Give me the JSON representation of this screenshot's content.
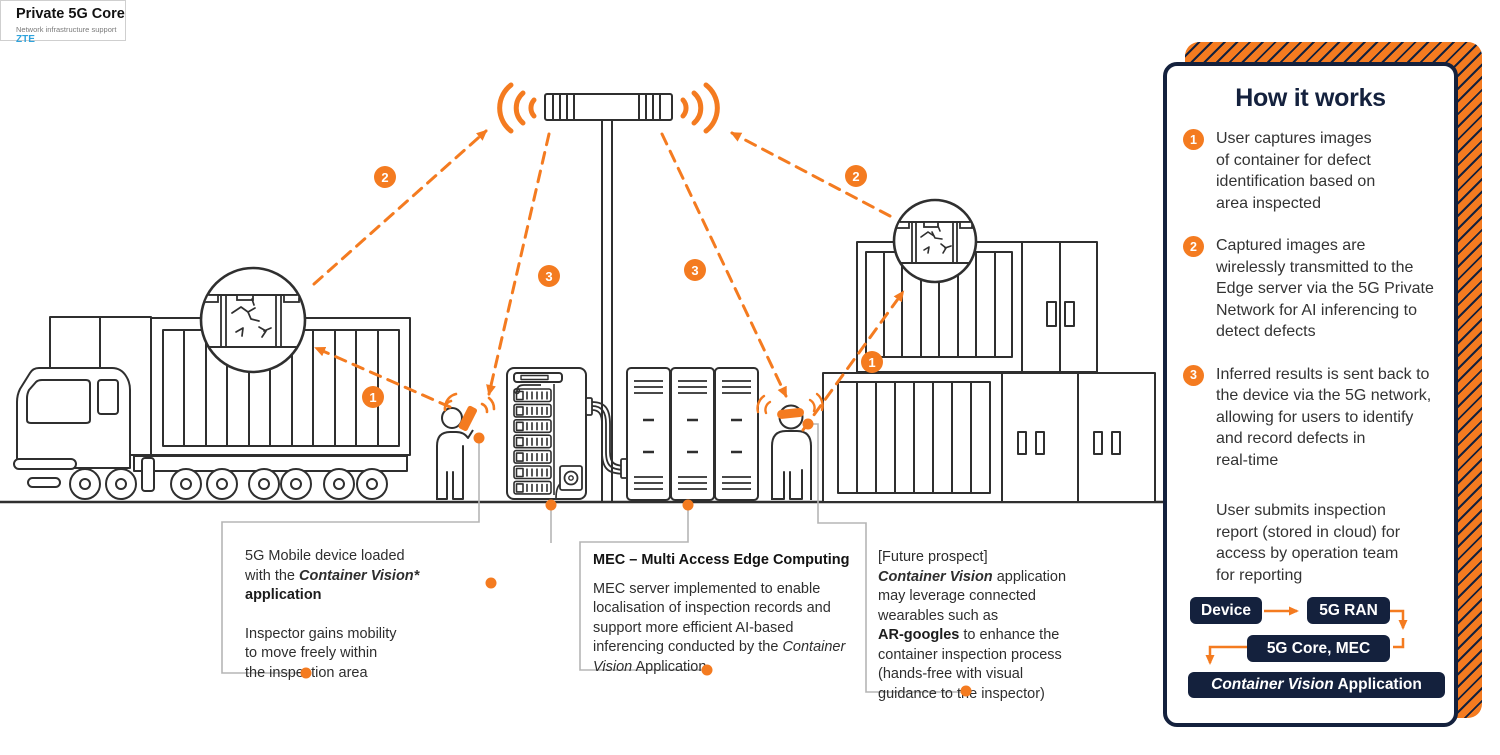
{
  "panel": {
    "title": "How it works",
    "steps": [
      {
        "num": "1",
        "text": "User captures images\nof container for defect\nidentification based on\narea inspected"
      },
      {
        "num": "2",
        "text": "Captured images are\nwirelessly transmitted to the\nEdge server via the 5G Private\nNetwork for AI inferencing to\ndetect defects"
      },
      {
        "num": "3",
        "text": "Inferred results is sent back to\nthe device via the 5G network,\nallowing for users to identify\nand record defects in\nreal-time"
      }
    ],
    "note": "User submits inspection\nreport (stored in cloud) for\naccess by operation team\nfor reporting",
    "flow": {
      "device": "Device",
      "ran": "5G RAN",
      "core": "5G Core, MEC",
      "app_em": "Container Vision",
      "app_rest": " Application"
    }
  },
  "captions": {
    "mobile": {
      "l1": "5G Mobile device loaded",
      "l2_pre": "with the ",
      "l2_em": "Container Vision*",
      "l3": "application",
      "p2": "Inspector gains mobility\nto move freely within\nthe inspection area"
    },
    "core": {
      "title": "Private 5G Core",
      "sub_pre": "Network infrastructure support ",
      "brand": "ZTE"
    },
    "mec": {
      "title": "MEC – Multi Access Edge Computing",
      "body_pre": "MEC server implemented to enable\nlocalisation of inspection records and\nsupport more efficient AI-based\ninferencing conducted by the ",
      "body_em": "Container\nVision",
      "body_post": " Application"
    },
    "future": {
      "l1": "[Future prospect]",
      "em1": "Container Vision",
      "t1": " application\nmay leverage connected\nwearables such as\n",
      "b1": "AR-googles",
      "t2": " to enhance the\ncontainer inspection process\n(hands-free with visual\nguidance to the inspector)"
    }
  },
  "badges": {
    "l_capture": "1",
    "l_transmit": "2",
    "l_return": "3",
    "r_return": "3",
    "r_transmit": "2",
    "r_capture": "1"
  },
  "colors": {
    "orange": "#F47B20",
    "navy": "#14213D",
    "line": "#2f2f2f",
    "leader_gray": "#b5b5b5",
    "zte_blue": "#2fa3dc"
  }
}
